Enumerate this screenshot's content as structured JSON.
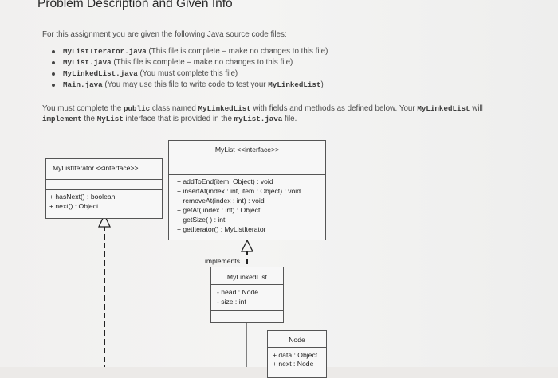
{
  "heading": "Problem Description and Given Info",
  "intro": "For this assignment you are given the following Java source code files:",
  "files": [
    {
      "name": "MyListIterator.java",
      "note": "(This file is complete – make no changes to this file)"
    },
    {
      "name": "MyList.java",
      "note": "(This file is complete – make no changes to this file)"
    },
    {
      "name": "MyLinkedList.java",
      "note": "(You must complete this file)"
    },
    {
      "name": "Main.java",
      "note_a": "(You may use this file to write code to test your ",
      "note_code": "MyLinkedList",
      "note_b": ")"
    }
  ],
  "paragraph": {
    "p1": "You must complete the ",
    "c1": "public",
    "p2": " class named ",
    "c2": "MyLinkedList",
    "p3": " with fields and methods as defined below. Your ",
    "c3": "MyLinkedList",
    "p4": " will",
    "c4": "implement",
    "p5": " the ",
    "c5": "MyList",
    "p6": " interface that is provided in the ",
    "c6": "myList.java",
    "p7": " file."
  },
  "uml": {
    "iterator": {
      "name": "MyListIterator <<interface>>",
      "methods": [
        "+ hasNext() : boolean",
        "+ next() : Object"
      ]
    },
    "mylist": {
      "name": "MyList <<interface>>",
      "methods": [
        "+ addToEnd(item: Object) : void",
        "+ insertAt(index : int, item : Object) : void",
        "+ removeAt(index : int) : void",
        "+ getAt( index : int) : Object",
        "+ getSize( ) : int",
        "+ getIterator() : MyListIterator"
      ]
    },
    "implements_label": "implements",
    "linkedlist": {
      "name": "MyLinkedList",
      "attributes": [
        "- head : Node",
        "- size : int"
      ]
    },
    "node": {
      "name": "Node",
      "attributes": [
        "+ data : Object",
        "+ next : Node"
      ]
    }
  }
}
